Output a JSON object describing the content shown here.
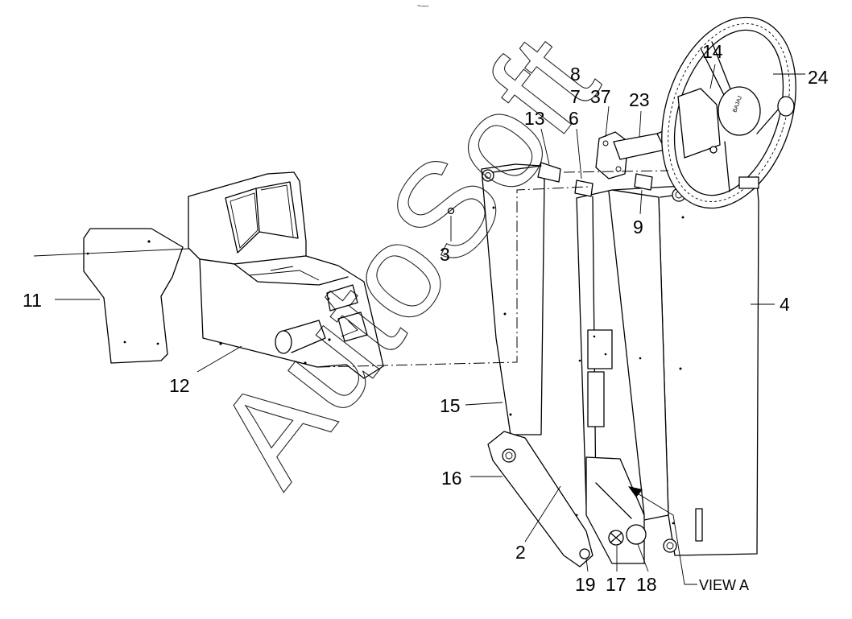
{
  "watermark": "AutoSoft",
  "header_mark": "~—",
  "view_label": "VIEW A",
  "callouts": {
    "c2": "2",
    "c3": "3",
    "c4": "4",
    "c6": "6",
    "c7": "7",
    "c8": "8",
    "c9": "9",
    "c11": "11",
    "c12": "12",
    "c13": "13",
    "c14": "14",
    "c15": "15",
    "c16": "16",
    "c17": "17",
    "c18": "18",
    "c19": "19",
    "c23": "23",
    "c24": "24",
    "c37": "37"
  },
  "hub_badge": "BAJAJ"
}
